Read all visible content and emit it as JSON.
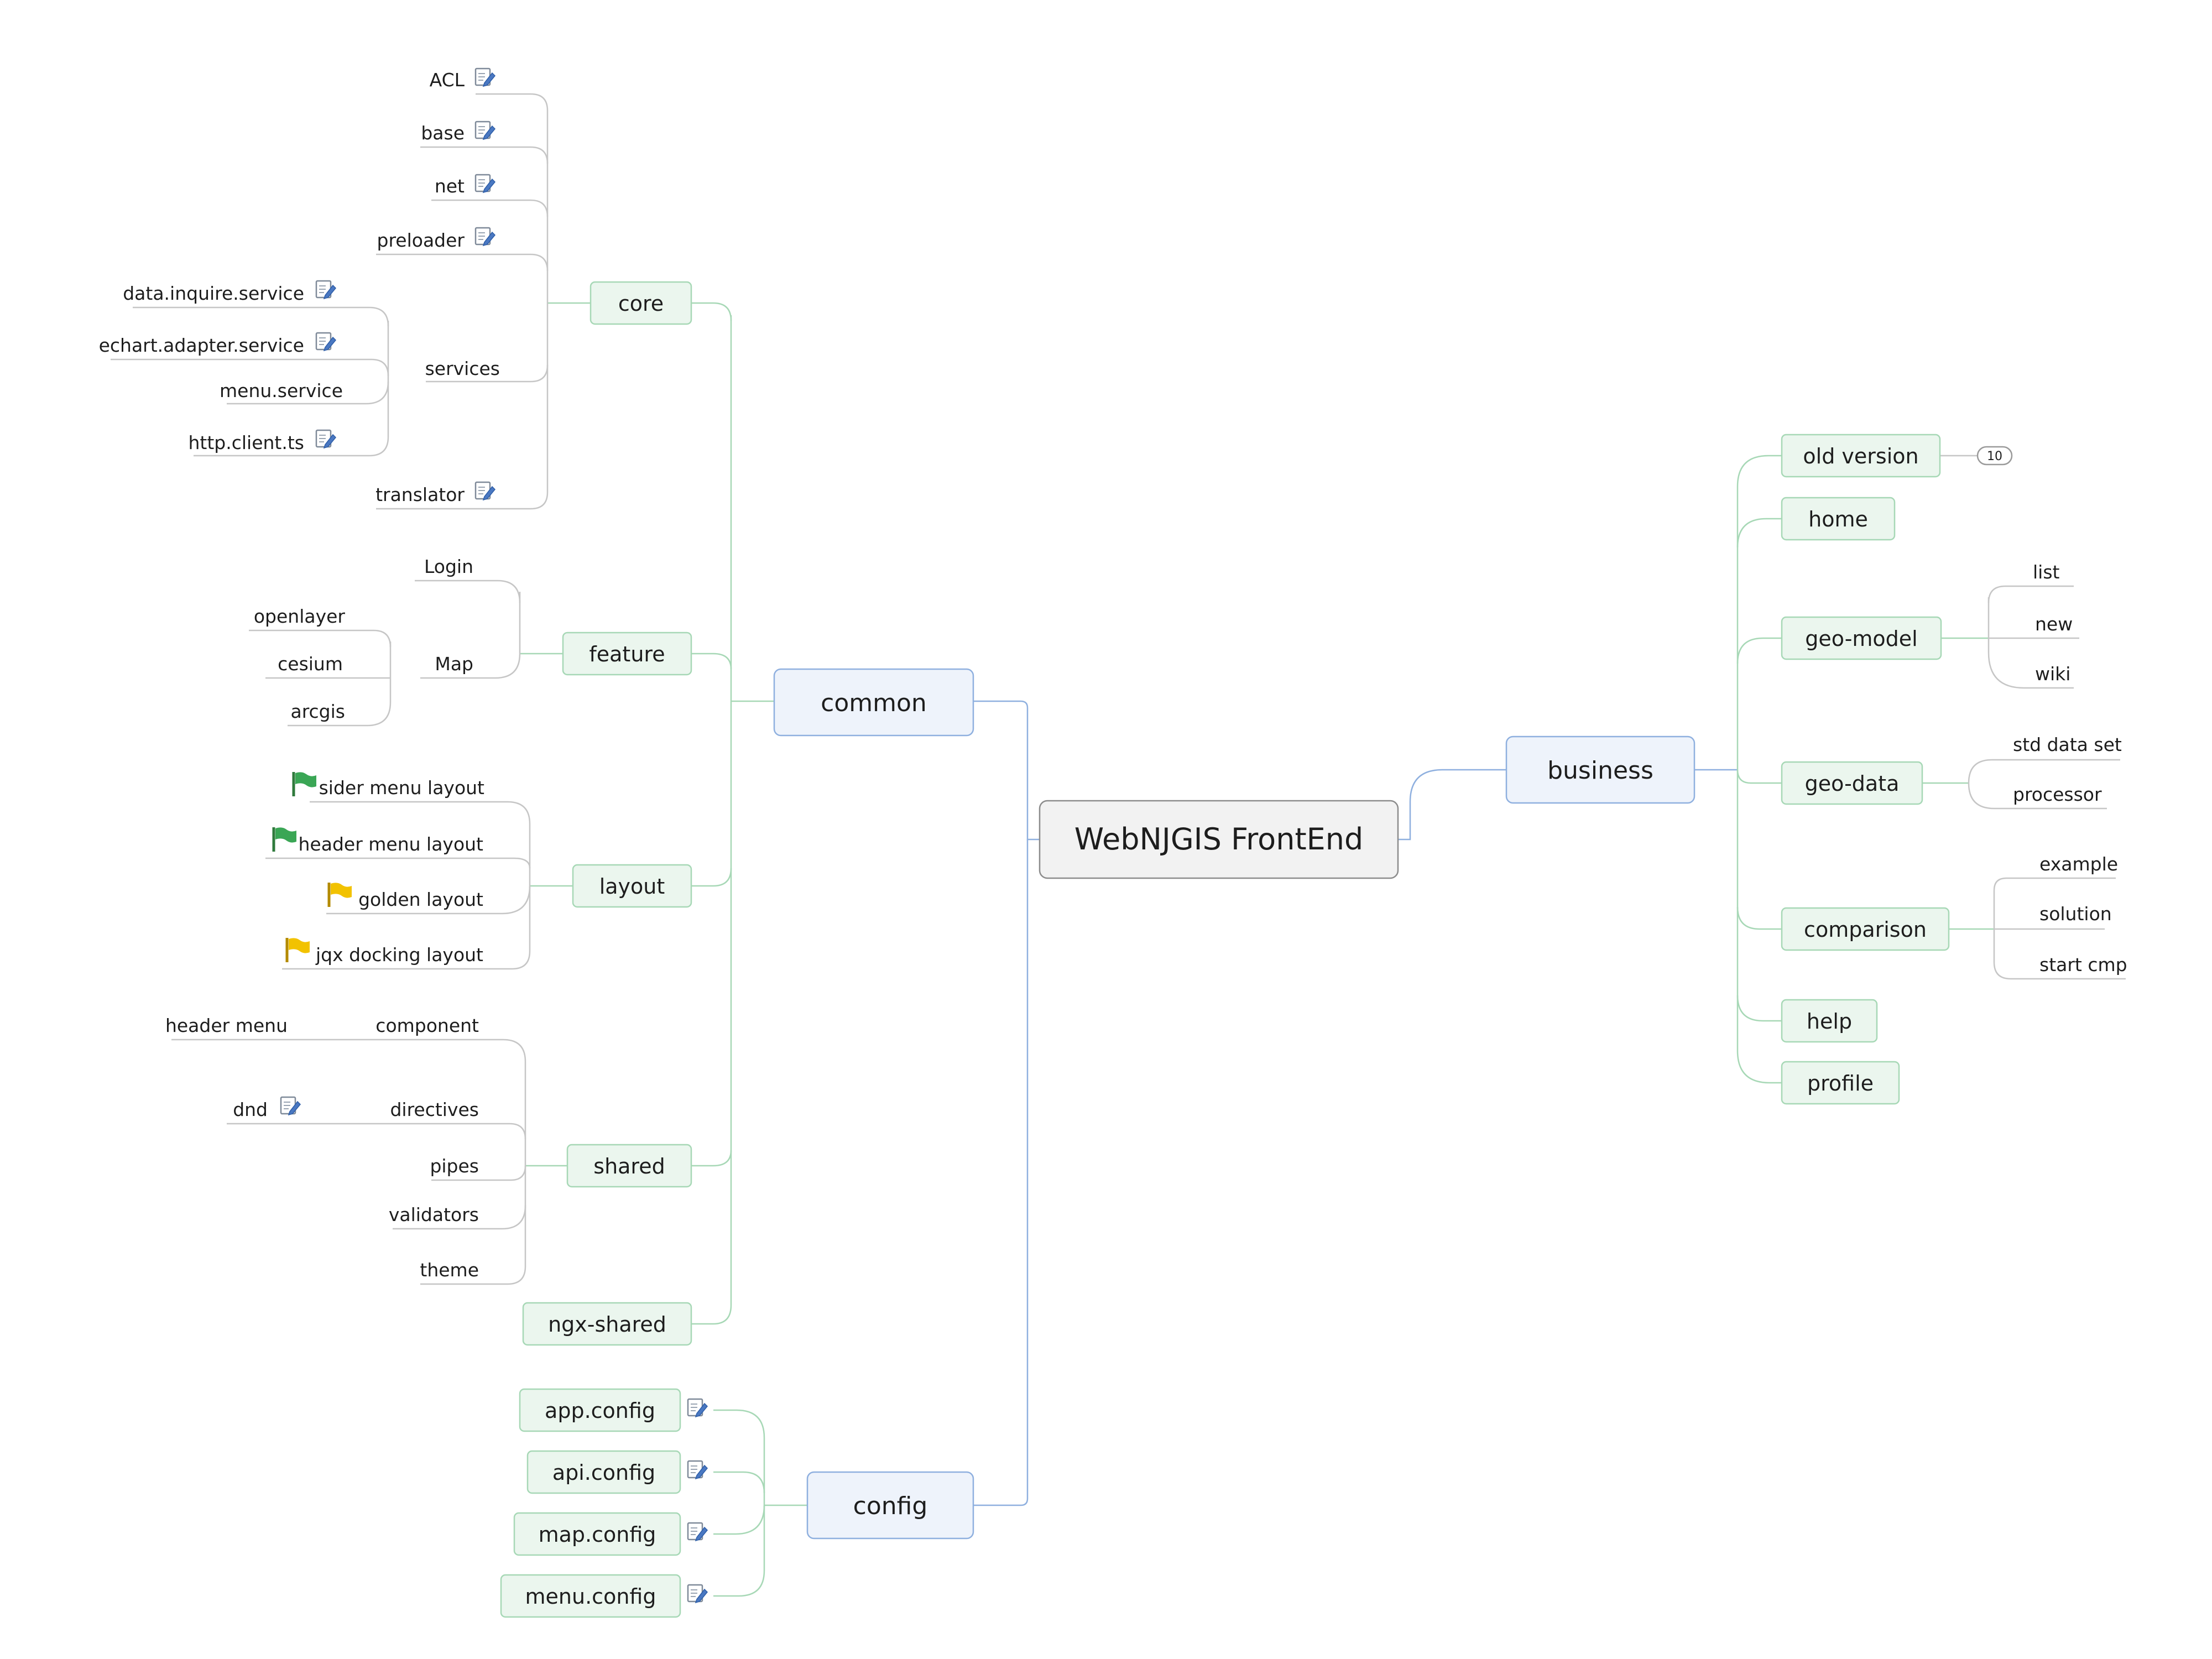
{
  "root": "WebNJGIS FrontEnd",
  "branches": {
    "common": "common",
    "config": "config",
    "business": "business"
  },
  "common": {
    "core": {
      "label": "core",
      "children": {
        "acl": "ACL",
        "base": "base",
        "net": "net",
        "preloader": "preloader",
        "services": "services",
        "translator": "translator"
      },
      "services": {
        "data_inquire": "data.inquire.service",
        "echart_adapter": "echart.adapter.service",
        "menu_service": "menu.service",
        "http_client": "http.client.ts"
      }
    },
    "feature": {
      "label": "feature",
      "login": "Login",
      "map": "Map",
      "map_children": {
        "openlayer": "openlayer",
        "cesium": "cesium",
        "arcgis": "arcgis"
      }
    },
    "layout": {
      "label": "layout",
      "children": {
        "sider": "sider menu layout",
        "header": "header menu layout",
        "golden": "golden layout",
        "jqx": "jqx docking layout"
      }
    },
    "shared": {
      "label": "shared",
      "children": {
        "component": "component",
        "directives": "directives",
        "pipes": "pipes",
        "validators": "validators",
        "theme": "theme"
      },
      "component_children": {
        "header_menu": "header menu"
      },
      "directives_children": {
        "dnd": "dnd"
      }
    },
    "ngx_shared": "ngx-shared"
  },
  "config": {
    "app": "app.config",
    "api": "api.config",
    "map": "map.config",
    "menu": "menu.config"
  },
  "business": {
    "old_version": "old version",
    "old_version_count": "10",
    "home": "home",
    "geo_model": {
      "label": "geo-model",
      "list": "list",
      "new": "new",
      "wiki": "wiki"
    },
    "geo_data": {
      "label": "geo-data",
      "std": "std data set",
      "processor": "processor"
    },
    "comparison": {
      "label": "comparison",
      "example": "example",
      "solution": "solution",
      "start": "start cmp"
    },
    "help": "help",
    "profile": "profile"
  },
  "colors": {
    "level1_border": "#8fb0df",
    "level1_fill": "#eef3fb",
    "level2_border": "#a7d8b6",
    "level2_fill": "#ebf6ee",
    "flag_green": "#3aa655",
    "flag_yellow": "#f2c200",
    "note_icon": "#4a78c2"
  },
  "icons": {
    "note": "note-icon",
    "flag_green": "green-flag-icon",
    "flag_yellow": "yellow-flag-icon"
  }
}
